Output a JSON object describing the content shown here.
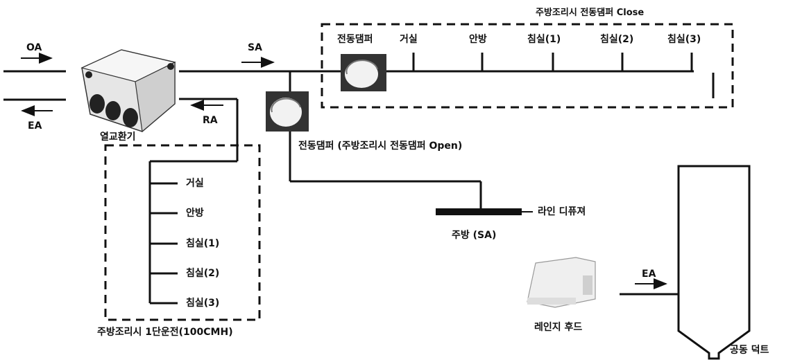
{
  "labels": {
    "oa": "OA",
    "ea_left": "EA",
    "sa": "SA",
    "ra": "RA",
    "erv": "열교환기",
    "kitchen_close": "주방조리시 전동댐퍼 Close",
    "damper_top": "전동댐퍼",
    "damper_open": "전동댐퍼 (주방조리시 전동댐퍼 Open)",
    "line_diffuser": "라인 디퓨져",
    "kitchen_sa": "주방 (SA)",
    "range_hood": "레인지 후드",
    "ea_right": "EA",
    "common_duct": "공동 덕트",
    "stage1": "주방조리시 1단운전(100CMH)"
  },
  "top_rooms": [
    "거실",
    "안방",
    "침실(1)",
    "침실(2)",
    "침실(3)"
  ],
  "left_rooms": [
    "거실",
    "안방",
    "침실(1)",
    "침실(2)",
    "침실(3)"
  ],
  "colors": {
    "line": "#111111",
    "bg": "#ffffff",
    "device": "#d9d9d9"
  }
}
